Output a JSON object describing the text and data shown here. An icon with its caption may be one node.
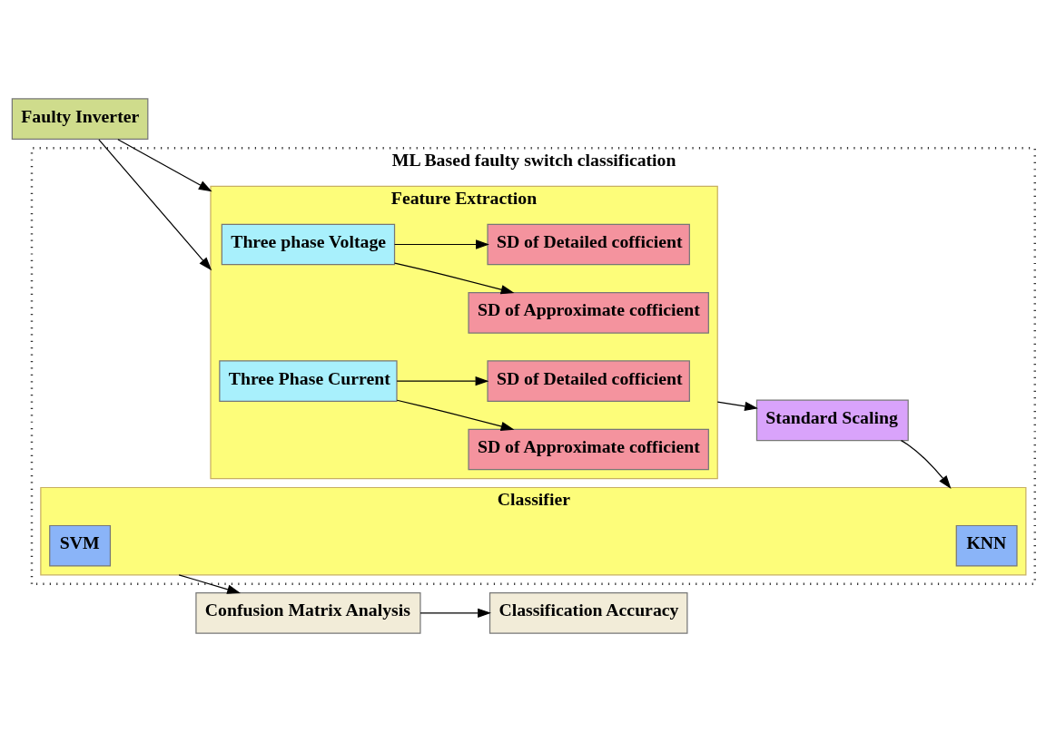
{
  "diagram": {
    "nodes": [
      {
        "text": [
          "ML Based faulty switch classification"
        ]
      },
      {
        "text": [
          "Faulty Inverter"
        ]
      },
      {
        "text": [
          "Feature Extraction"
        ],
        "in": 0
      },
      {
        "text": [
          "Three phase Voltage"
        ],
        "in": 2
      },
      {
        "text": [
          "SD of Approximate cofficient"
        ],
        "in": 2
      },
      {
        "text": [
          "SD of Detailed cofficient"
        ],
        "in": 2
      },
      {
        "text": [
          "Three Phase Current"
        ],
        "in": 2
      },
      {
        "text": [
          "SD of Approximate cofficient"
        ],
        "in": 2
      },
      {
        "text": [
          "SD of Detailed cofficient"
        ],
        "in": 2
      },
      {
        "text": [
          "Standard Scaling"
        ],
        "in": 0
      },
      {
        "text": [
          "Classifier"
        ],
        "in": 0
      },
      {
        "text": [
          "KNN"
        ],
        "in": 10
      },
      {
        "text": [
          "SVM"
        ],
        "in": 10
      },
      {
        "text": [
          "Confusion Matrix Analysis"
        ]
      },
      {
        "text": [
          "Classification Accuracy"
        ]
      }
    ],
    "edges": [
      {
        "from": 1,
        "to": 2,
        "arrow": "to"
      },
      {
        "from": 1,
        "to": 2,
        "arrow": "to"
      },
      {
        "from": 3,
        "to": 4,
        "arrow": "to"
      },
      {
        "from": 3,
        "to": 5,
        "arrow": "to"
      },
      {
        "from": 6,
        "to": 7,
        "arrow": "to"
      },
      {
        "from": 6,
        "to": 8,
        "arrow": "to"
      },
      {
        "from": 2,
        "to": 9,
        "arrow": "to"
      },
      {
        "from": 9,
        "to": 10,
        "arrow": "to"
      },
      {
        "from": 10,
        "to": 13,
        "arrow": "to"
      },
      {
        "from": 13,
        "to": 14,
        "arrow": "to"
      }
    ]
  }
}
